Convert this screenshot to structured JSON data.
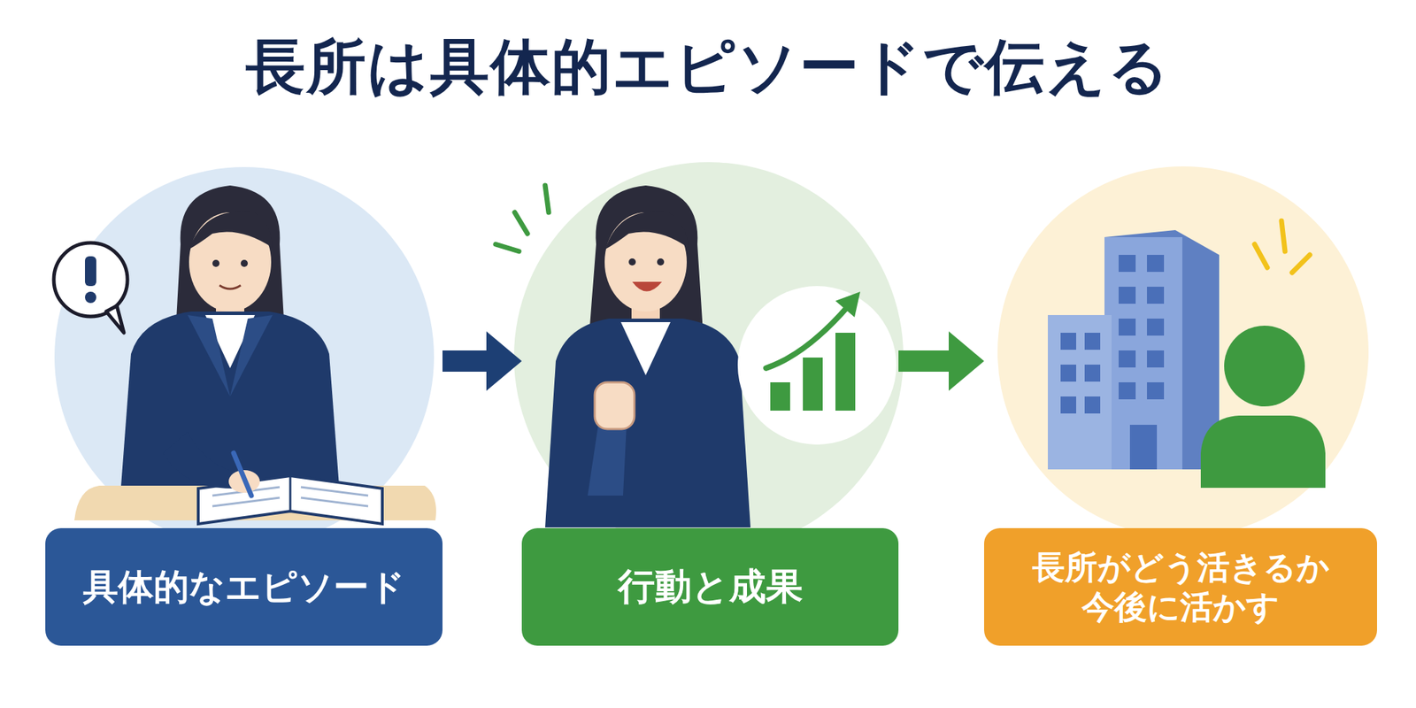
{
  "diagram": {
    "title": "長所は具体的エピソードで伝える",
    "nodes": [
      {
        "text": [
          "具体的なエピソード"
        ]
      },
      {
        "text": [
          "行動と成果"
        ]
      },
      {
        "text": [
          "長所がどう活きるか",
          "今後に活かす"
        ]
      }
    ],
    "edges": [
      {
        "from": 0,
        "to": 1,
        "arrow": "to"
      },
      {
        "from": 1,
        "to": 2,
        "arrow": "to"
      }
    ]
  }
}
